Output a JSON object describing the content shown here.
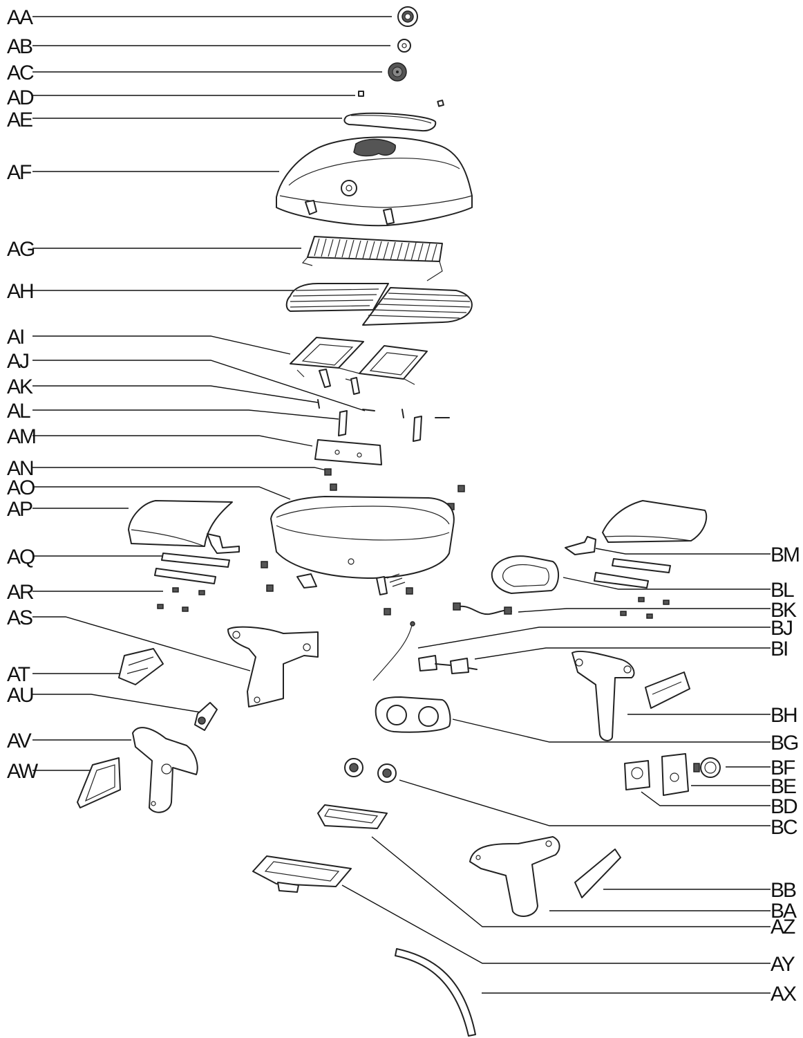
{
  "title": "",
  "labels": {
    "AA": "AA",
    "AB": "AB",
    "AC": "AC",
    "AD": "AD",
    "AE": "AE",
    "AF": "AF",
    "AG": "AG",
    "AH": "AH",
    "AI": "AI",
    "AJ": "AJ",
    "AK": "AK",
    "AL": "AL",
    "AM": "AM",
    "AN": "AN",
    "AO": "AO",
    "AP": "AP",
    "AQ": "AQ",
    "AR": "AR",
    "AS": "AS",
    "AT": "AT",
    "AU": "AU",
    "AV": "AV",
    "AW": "AW",
    "BM": "BM",
    "BL": "BL",
    "BK": "BK",
    "BJ": "BJ",
    "BI": "BI",
    "BH": "BH",
    "BG": "BG",
    "BF": "BF",
    "BE": "BE",
    "BD": "BD",
    "BC": "BC",
    "BB": "BB",
    "BA": "BA",
    "AZ": "AZ",
    "AY": "AY",
    "AX": "AX"
  },
  "colors": {
    "line": "#111111",
    "background": "#ffffff",
    "fill_dark": "#555555"
  }
}
